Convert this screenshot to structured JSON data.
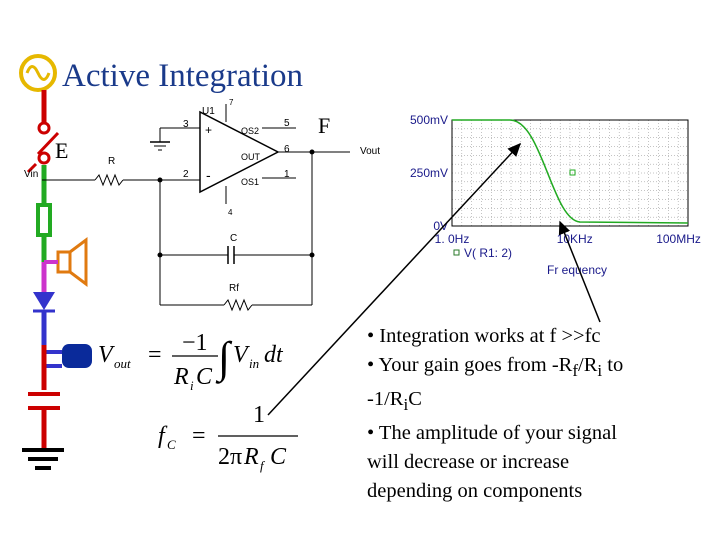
{
  "slide": {
    "title": "Active Integration",
    "label_e": "E",
    "label_f": "F"
  },
  "schematic": {
    "opamp_ref": "U1",
    "pin_plus_in": "3",
    "pin_minus_in": "2",
    "pin_os2": "5",
    "pin_out": "6",
    "pin_os1": "1",
    "pin_v_plus": "7",
    "pin_v_minus": "4",
    "text_os2": "OS2",
    "text_out": "OUT",
    "text_os1": "OS1",
    "text_plus": "+",
    "text_minus": "-",
    "vin_label": "Vin",
    "vout_label": "Vout",
    "r_label": "R",
    "c_label": "C",
    "rf_label": "Rf"
  },
  "plot": {
    "y_ticks": [
      "500mV",
      "250mV",
      "0V"
    ],
    "x_ticks": [
      "1. 0Hz",
      "10KHz",
      "100MHz"
    ],
    "legend": "V( R1: 2)",
    "xlabel": "Fr equency",
    "colors": {
      "trace": "#22aa22",
      "grid": "#888888",
      "labels": "#1a1a8a"
    }
  },
  "equations": {
    "vout_lhs": "V",
    "vout_lhs_sub": "out",
    "equals": "=",
    "neg_one": "−1",
    "ri": "R",
    "ri_sub": "i",
    "c": "C",
    "integral": "∫",
    "vin": "V",
    "vin_sub": "in",
    "dt": "dt",
    "fc": "f",
    "fc_sub": "C",
    "one": "1",
    "two_pi": "2π",
    "rf": "R",
    "rf_sub": "f"
  },
  "bullets": [
    {
      "text": "•  Integration works at f >>fc"
    },
    {
      "pre": "•  Your gain goes from -R",
      "sub1": "f",
      "mid": "/R",
      "sub2": "i",
      "post": " to"
    },
    {
      "pre": "-1/R",
      "sub1": "i",
      "post": "C"
    },
    {
      "text": "•  The amplitude of your signal"
    },
    {
      "text": "will decrease or increase"
    },
    {
      "text": "depending on components"
    }
  ],
  "left_bar_icons": [
    "sine-source-icon",
    "switch-icon",
    "resistor-icon",
    "speaker-icon",
    "diode-icon",
    "battery-icon",
    "capacitor-icon",
    "ground-icon"
  ]
}
